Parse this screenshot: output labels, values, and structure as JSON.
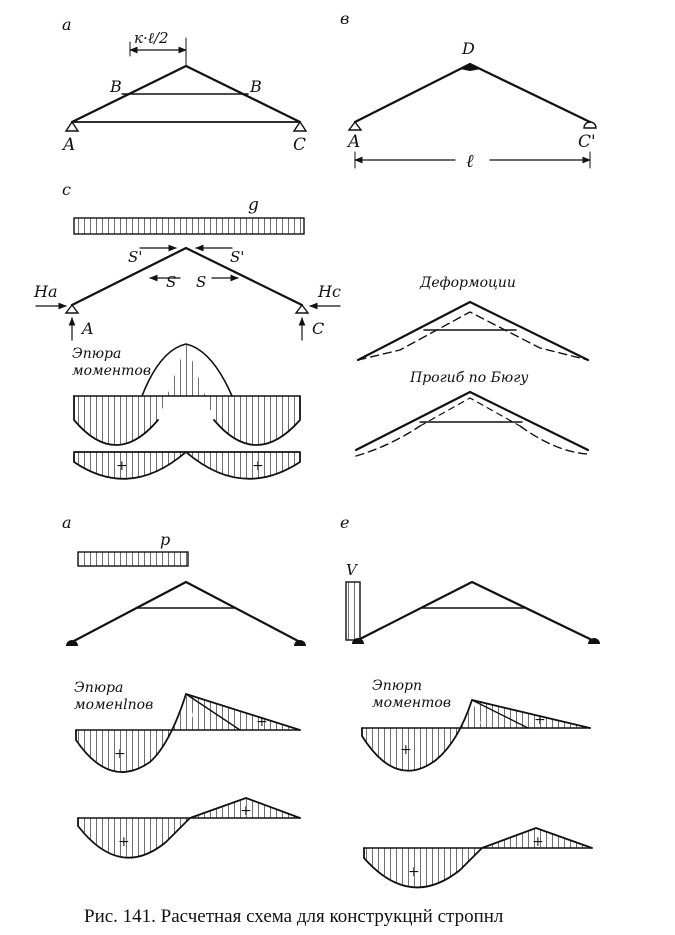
{
  "panels": {
    "a_top": {
      "letter": "а",
      "dimension": "к·ℓ/2",
      "points": {
        "B_left": "B",
        "B_right": "B",
        "A": "A",
        "C": "C"
      }
    },
    "b_top": {
      "letter": "в",
      "points": {
        "D": "D",
        "A": "A",
        "C": "C'"
      },
      "span": "ℓ"
    },
    "c": {
      "letter": "c",
      "load": "g",
      "forces": {
        "S_prime_left": "S'",
        "S_prime_right": "S'",
        "S_left": "S",
        "S_right": "S",
        "Ha": "Ha",
        "Hc": "Hc",
        "A": "A",
        "C": "C"
      },
      "moments_title_1": "Эпюра",
      "moments_title_2": "моментов",
      "plus": "+"
    },
    "deform": {
      "title": "Деформоции",
      "title2": "Прогиб по Бюгу"
    },
    "d": {
      "letter": "а",
      "load": "p",
      "moments_title_1": "Эпюра",
      "moments_title_2": "моменlпов",
      "plus": "+"
    },
    "e": {
      "letter": "е",
      "load": "V",
      "moments_title_1": "Эпюрп",
      "moments_title_2": "моментов",
      "plus": "+"
    }
  },
  "caption": "Рис. 141. Расчетная схема для конструкцнй стропнл"
}
